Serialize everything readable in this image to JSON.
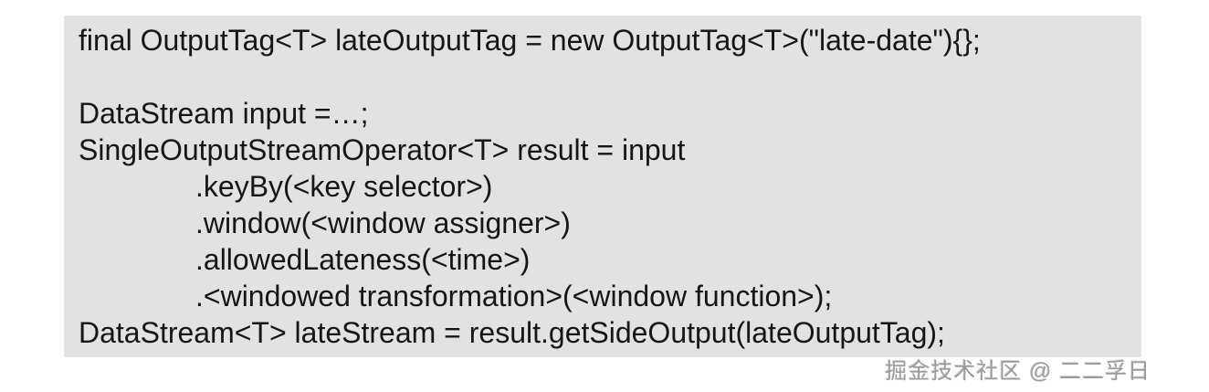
{
  "code_block": {
    "language_hint": "java",
    "lines": [
      "final OutputTag<T> lateOutputTag = new OutputTag<T>(\"late-date\"){};",
      "",
      "DataStream input =…;",
      "SingleOutputStreamOperator<T> result = input",
      ".keyBy(<key selector>)",
      ".window(<window assigner>)",
      ".allowedLateness(<time>)",
      ".<windowed transformation>(<window function>);",
      "DataStream<T> lateStream = result.getSideOutput(lateOutputTag);"
    ]
  },
  "watermark": {
    "text": "掘金技术社区 @ 二二孚日"
  },
  "colors": {
    "page_bg": "#ffffff",
    "code_bg": "#e2e2e2",
    "code_text": "#161616",
    "watermark_text": "#9b9b9b"
  }
}
